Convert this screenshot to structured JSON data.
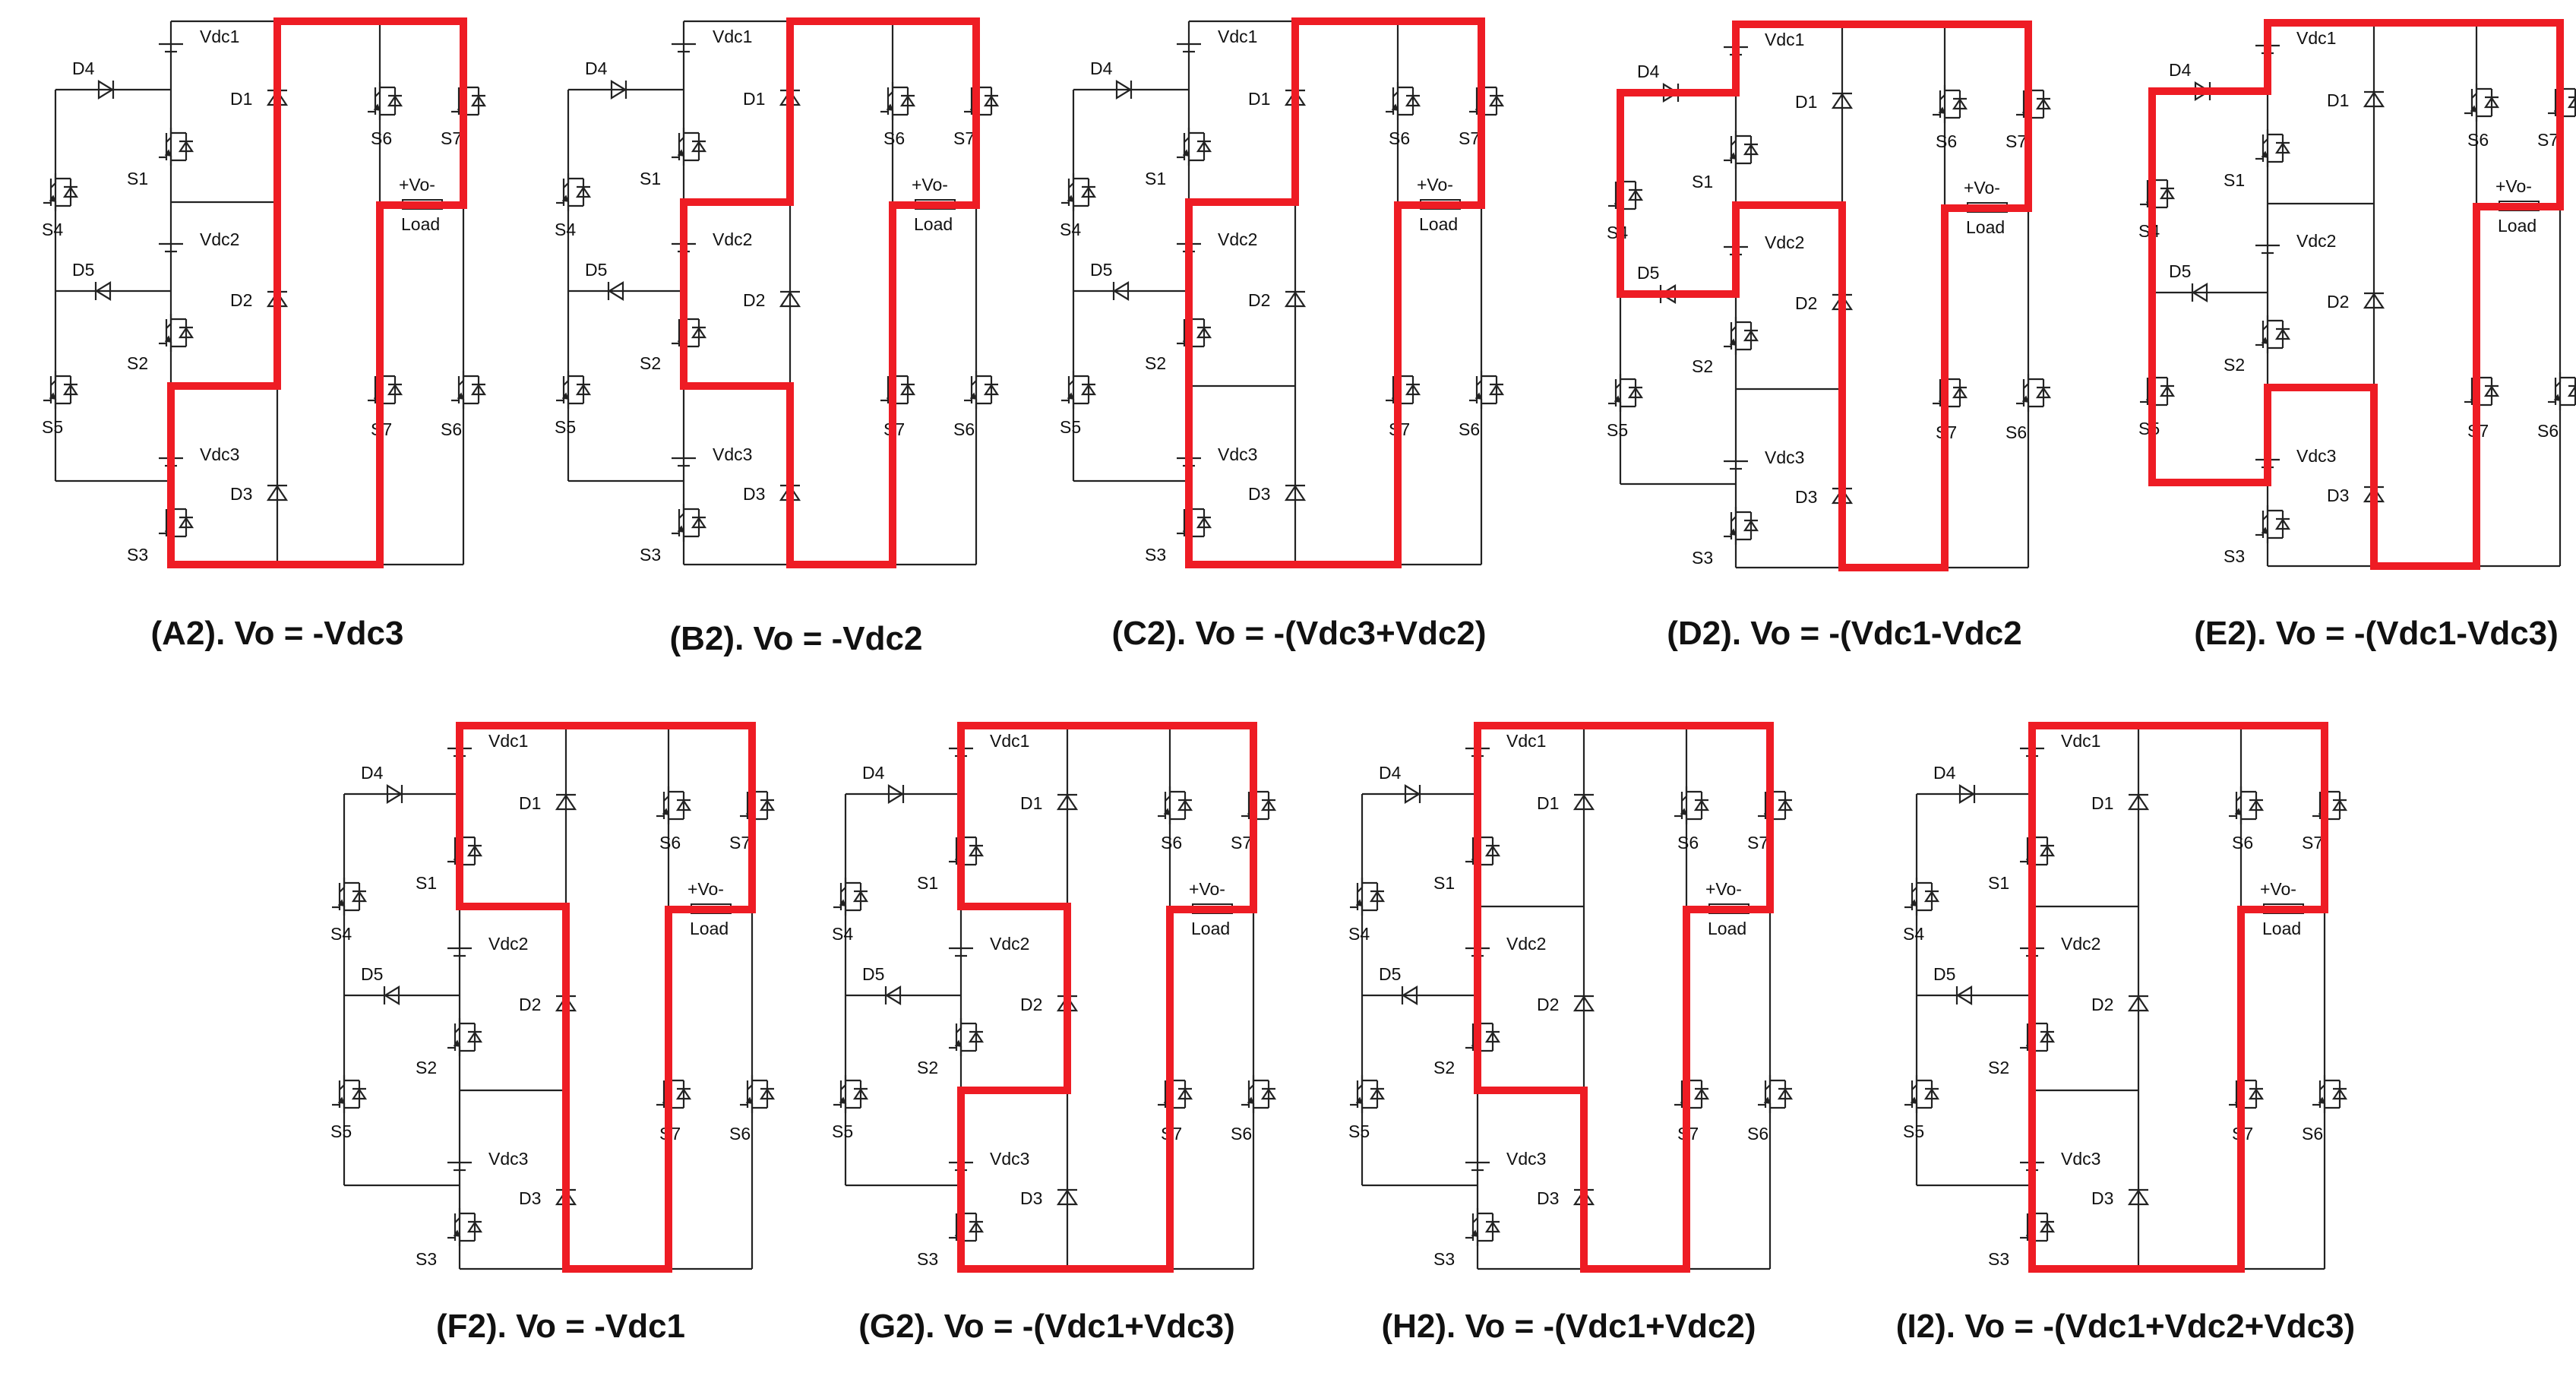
{
  "labels": {
    "vdc1": "Vdc1",
    "vdc2": "Vdc2",
    "vdc3": "Vdc3",
    "d1": "D1",
    "d2": "D2",
    "d3": "D3",
    "d4": "D4",
    "d5": "D5",
    "s1": "S1",
    "s2": "S2",
    "s3": "S3",
    "s4": "S4",
    "s5": "S5",
    "s6": "S6",
    "s7": "S7",
    "vo": "+Vo-",
    "load": "Load"
  },
  "panels": [
    {
      "id": "A2",
      "caption": "(A2). Vo = -Vdc3"
    },
    {
      "id": "B2",
      "caption": "(B2). Vo = -Vdc2"
    },
    {
      "id": "C2",
      "caption": "(C2). Vo = -(Vdc3+Vdc2)"
    },
    {
      "id": "D2",
      "caption": "(D2). Vo = -(Vdc1-Vdc2"
    },
    {
      "id": "E2",
      "caption": "(E2). Vo = -(Vdc1-Vdc3)"
    },
    {
      "id": "F2",
      "caption": "(F2). Vo = -Vdc1"
    },
    {
      "id": "G2",
      "caption": "(G2). Vo = -(Vdc1+Vdc3)"
    },
    {
      "id": "H2",
      "caption": "(H2). Vo = -(Vdc1+Vdc2)"
    },
    {
      "id": "I2",
      "caption": "(I2). Vo = -(Vdc1+Vdc2+Vdc3)"
    }
  ],
  "colors": {
    "highlight_path": "#ee1c24",
    "wire": "#222222",
    "text": "#111111",
    "background": "#ffffff"
  }
}
